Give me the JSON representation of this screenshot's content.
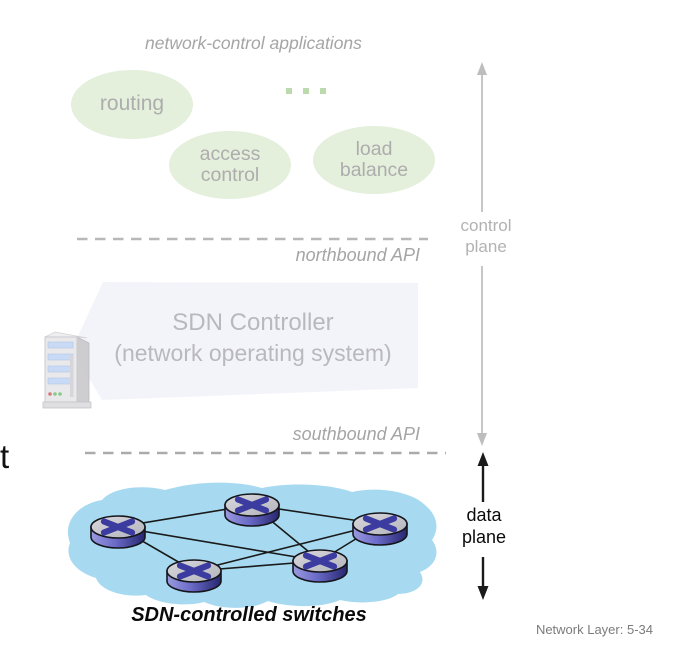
{
  "diagram": {
    "clipped_text_fragment": "t",
    "apps": {
      "title": "network-control applications",
      "ellipsis": ". . .",
      "items": [
        "routing",
        "access control",
        "load balance"
      ]
    },
    "northbound_api_label": "northbound API",
    "southbound_api_label": "southbound API",
    "control_plane_label": "control\nplane",
    "data_plane_label": "data\nplane",
    "controller": {
      "title": "SDN Controller",
      "subtitle": "(network operating system)"
    },
    "switches_caption": "SDN-controlled switches",
    "footer": "Network Layer: 5-34",
    "colors": {
      "app_ellipse_green": "#e4efdc",
      "ellipsis_dot_green": "#bcdaae",
      "data_plane_blob_blue": "#a7daf1",
      "switch_top_gray": "#c6c6cd",
      "switch_side_purple": "#5c5cc0",
      "switch_x_blue": "#3b3ba0",
      "controller_panel": "#f3f3fa",
      "muted_text_gray": "#a5a5a5",
      "arrow_gray": "#bdbdbd",
      "arrow_black": "#1a1a1a"
    }
  }
}
